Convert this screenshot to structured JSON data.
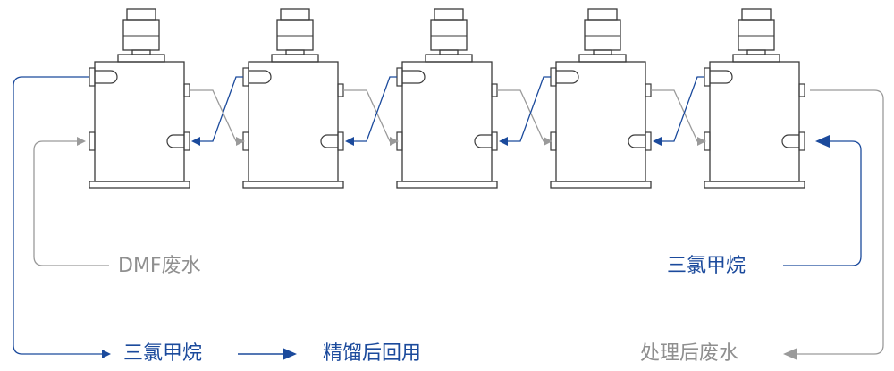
{
  "colors": {
    "extract_flow": "#1b4a9c",
    "water_flow": "#9a9a9a",
    "equipment": "#3a3a3a"
  },
  "units": [
    "unit-1",
    "unit-2",
    "unit-3",
    "unit-4",
    "unit-5"
  ],
  "labels": {
    "feed_wastewater": "DMF废水",
    "solvent_in": "三氯甲烷",
    "solvent_out": "三氯甲烷",
    "recovery": "精馏后回用",
    "treated_water": "处理后废水"
  }
}
